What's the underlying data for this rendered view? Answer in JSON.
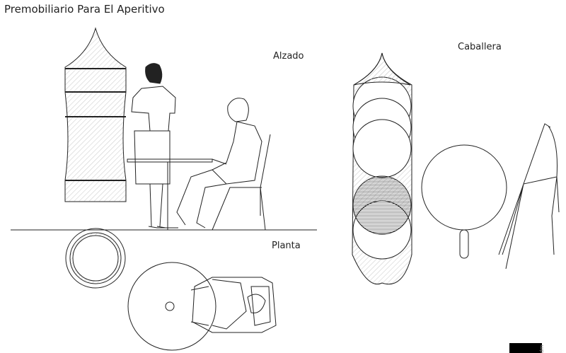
{
  "title": "Premobiliario Para El Aperitivo",
  "labels": {
    "elevation": "Alzado",
    "cavalier": "Caballera",
    "plan": "Planta"
  },
  "logo": {
    "text": "dm"
  },
  "colors": {
    "line": "#222222",
    "hatch": "#bbbbbb",
    "dark_disc": "#555555"
  }
}
